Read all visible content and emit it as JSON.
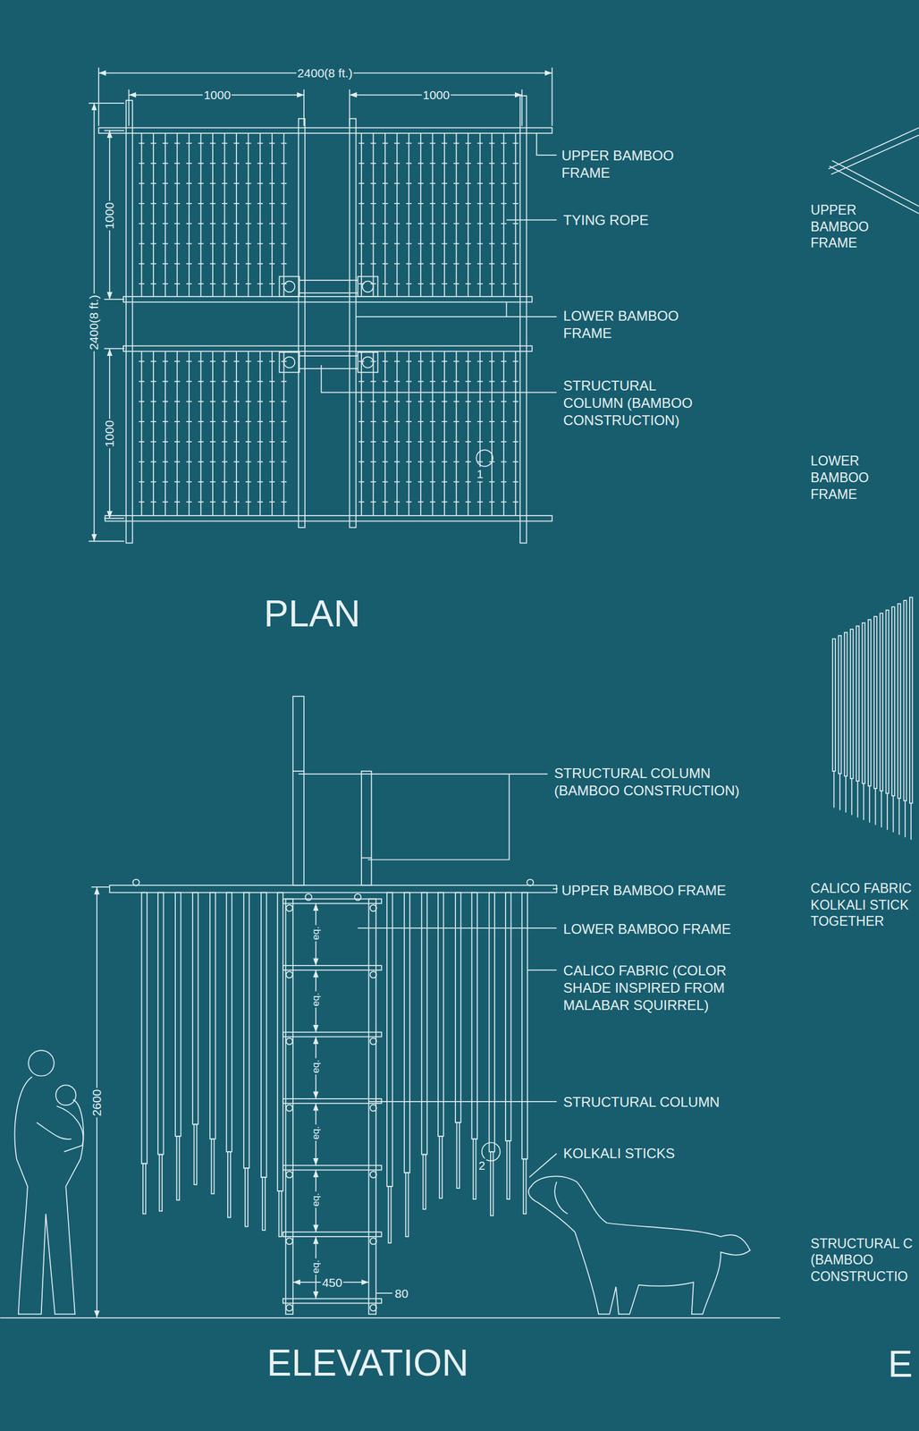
{
  "diagram": {
    "labels": [
      "2400(8 ft.)",
      "1000",
      "1000",
      "2400(8 ft.)",
      "1000",
      "1000",
      "UPPER BAMBOO FRAME",
      "TYING ROPE",
      "LOWER BAMBOO FRAME",
      "STRUCTURAL COLUMN (BAMBOO CONSTRUCTION)",
      "1",
      "PLAN",
      "STRUCTURAL COLUMN (BAMBOO CONSTRUCTION)",
      "UPPER BAMBOO FRAME",
      "LOWER BAMBOO FRAME",
      "CALICO FABRIC (COLOR SHADE INSPIRED FROM MALABAR SQUIRREL)",
      "STRUCTURAL COLUMN",
      "KOLKALI STICKS",
      "eq.",
      "eq.",
      "eq.",
      "eq.",
      "eq.",
      "eq.",
      "450",
      "80",
      "2600",
      "2",
      "ELEVATION",
      "UPPER BAMBOO FRAME",
      "LOWER BAMBOO FRAME",
      "CALICO FABRIC KOLKALI STICK TOGETHER",
      "STRUCTURAL C (BAMBOO CONSTRUCTIO",
      "E"
    ]
  }
}
